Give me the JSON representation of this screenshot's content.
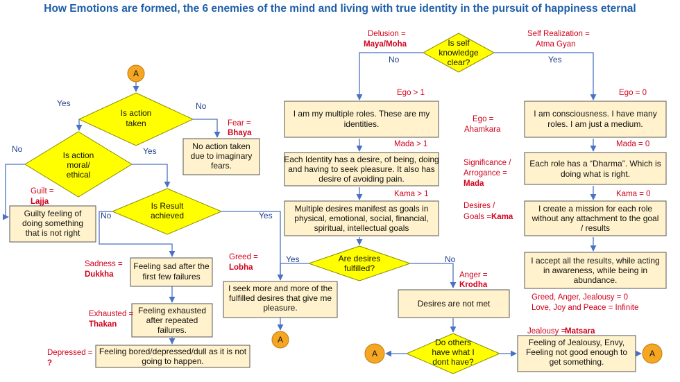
{
  "title": "How Emotions are formed, the 6 enemies of the mind and living with true identity in the pursuit of happiness eternal",
  "connector_label": "A",
  "nodes": {
    "self_knowledge": [
      "Is self",
      "knowledge",
      "clear?"
    ],
    "multiple_roles": [
      "I am my multiple roles. These are my",
      "identities."
    ],
    "consciousness": [
      "I am consciousness. I have many",
      "roles. I am just a medium."
    ],
    "identity_desire": [
      "Each Identity has a desire, of being, doing",
      "and  having to seek pleasure. It also has",
      "desire of avoiding pain."
    ],
    "dharma": [
      "Each role has a “Dharma”. Which is",
      "doing what is right."
    ],
    "multiple_desires": [
      "Multiple desires manifest as goals in",
      "physical, emotional, social, financial,",
      "spiritual, intellectual goals"
    ],
    "mission": [
      "I create a mission for each role",
      "without any attachment to the goal",
      "/ results"
    ],
    "desires_fulfilled": [
      "Are desires",
      "fulfilled?"
    ],
    "accept_results": [
      "I accept all the results, while acting",
      "in awareness, while being in",
      "abundance."
    ],
    "seek_more": [
      "I seek more and more of the",
      "fulfilled desires that give me",
      "pleasure."
    ],
    "desires_not_met": [
      "Desires are not met"
    ],
    "others_have": [
      "Do others",
      "have what I",
      "dont have?"
    ],
    "jealousy_feeling": [
      "Feeling of Jealousy, Envy,",
      "Feeling not good enough to",
      "get something."
    ],
    "action_taken": [
      "Is action",
      "taken"
    ],
    "no_action": [
      "No action taken",
      "due to imaginary",
      "fears."
    ],
    "action_moral": [
      "Is action",
      "moral/",
      "ethical"
    ],
    "guilty": [
      "Guilty feeling of",
      "doing something",
      "that  is not right"
    ],
    "result_achieved": [
      "Is Result",
      "achieved"
    ],
    "sad": [
      "Feeling sad after the",
      "first few failures"
    ],
    "exhausted": [
      "Feeling exhausted",
      "after repeated",
      "failures."
    ],
    "bored": [
      "Feeling bored/depressed/dull  as it is not",
      "going to happen."
    ]
  },
  "edge_labels": {
    "no_self": "No",
    "yes_self": "Yes",
    "yes_action": "Yes",
    "no_action": "No",
    "no_moral": "No",
    "yes_moral": "Yes",
    "no_result": "No",
    "yes_result": "Yes",
    "yes_fulfilled": "Yes",
    "no_fulfilled": "No"
  },
  "annotations": {
    "delusion": "Delusion =",
    "maya": "Maya/Moha",
    "self_realization": [
      "Self Realization  =",
      "Atma Gyan"
    ],
    "ego_gt1": "Ego > 1",
    "ego_0": "Ego = 0",
    "ego_eq": [
      "Ego =",
      "Ahamkara"
    ],
    "mada_gt1": "Mada > 1",
    "mada_0": "Mada = 0",
    "significance": [
      "Significance /",
      "Arrogance ="
    ],
    "mada": "Mada",
    "kama_gt1": "Kama > 1",
    "kama_0": "Kama = 0",
    "desires_goals": [
      "Desires /",
      "Goals ="
    ],
    "kama": "Kama",
    "greed_zero": [
      "Greed, Anger, Jealousy = 0",
      "Love, Joy and Peace = Infinite"
    ],
    "anger": "Anger =",
    "krodha": "Krodha",
    "jealousy": "Jealousy =",
    "matsara": "Matsara",
    "fear": "Fear =",
    "bhaya": "Bhaya",
    "guilt": "Guilt =",
    "lajja": "Lajja",
    "greed": "Greed =",
    "lobha": "Lobha",
    "sadness": "Sadness =",
    "dukkha": "Dukkha",
    "exhausted": "Exhausted =",
    "thakan": "Thakan",
    "depressed": "Depressed =",
    "question": "?"
  },
  "colors": {
    "box_fill": "#fff2cc",
    "diamond_fill": "#ffff00",
    "connector_fill": "#f5a623",
    "arrow": "#4a72c4",
    "title": "#1f5ea8",
    "annotation_red": "#d0021b",
    "label_blue": "#1f3f8a"
  }
}
